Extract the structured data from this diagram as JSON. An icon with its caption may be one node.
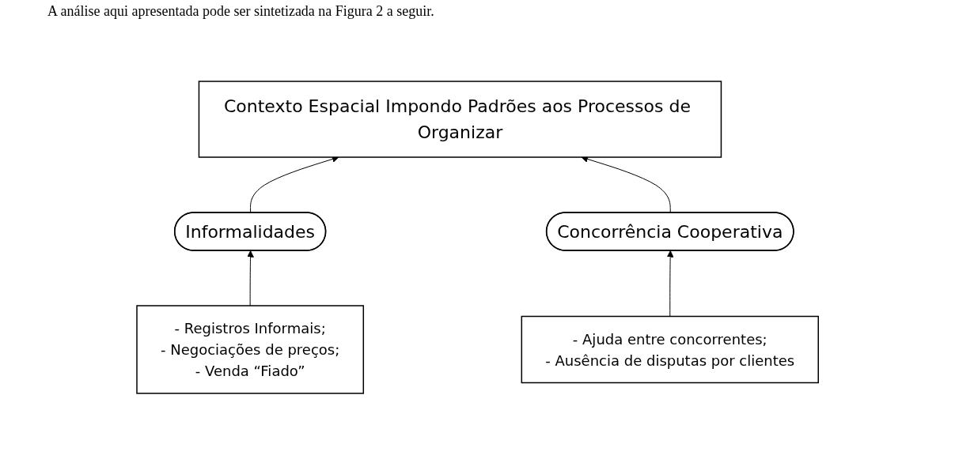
{
  "diagram": {
    "nodes": [
      {
        "text": [
          "Contexto Espacial Impondo Padrões aos Processos de Organizar"
        ]
      },
      {
        "text": [
          "Informalidades"
        ]
      },
      {
        "text": [
          "Concorrência Cooperativa"
        ]
      },
      {
        "text": [
          "- Registros Informais;",
          "- Negociações de preços;",
          "- Venda “Fiado”"
        ]
      },
      {
        "text": [
          "- Ajuda entre concorrentes;",
          "- Ausência de disputas por clientes"
        ]
      }
    ],
    "edges": [
      {
        "from": 1,
        "to": 0,
        "arrow": "to"
      },
      {
        "from": 2,
        "to": 0,
        "arrow": "to"
      },
      {
        "from": 3,
        "to": 1,
        "arrow": "to"
      },
      {
        "from": 4,
        "to": 2,
        "arrow": "to"
      }
    ],
    "labels": [
      "A análise aqui apresentada pode ser sintetizada na Figura 2 a seguir."
    ]
  }
}
